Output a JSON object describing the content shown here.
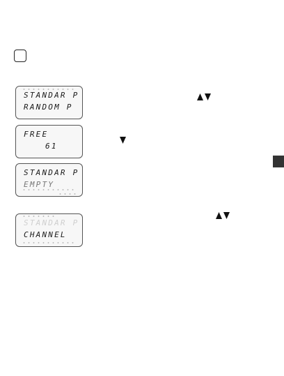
{
  "displays": [
    {
      "line1": "STANDAR P",
      "line2": "RANDOM P"
    },
    {
      "line1": "FREE",
      "line2": "61"
    },
    {
      "line1": "STANDAR P",
      "line2": "EMPTY"
    },
    {
      "line1": "STANDAR P",
      "line2": "CHANNEL"
    }
  ],
  "icons": {
    "up_down": "up-down-arrows-icon",
    "down": "down-arrow-icon"
  },
  "colors": {
    "text": "#1a1a1a",
    "tab_marker": "#333333"
  }
}
